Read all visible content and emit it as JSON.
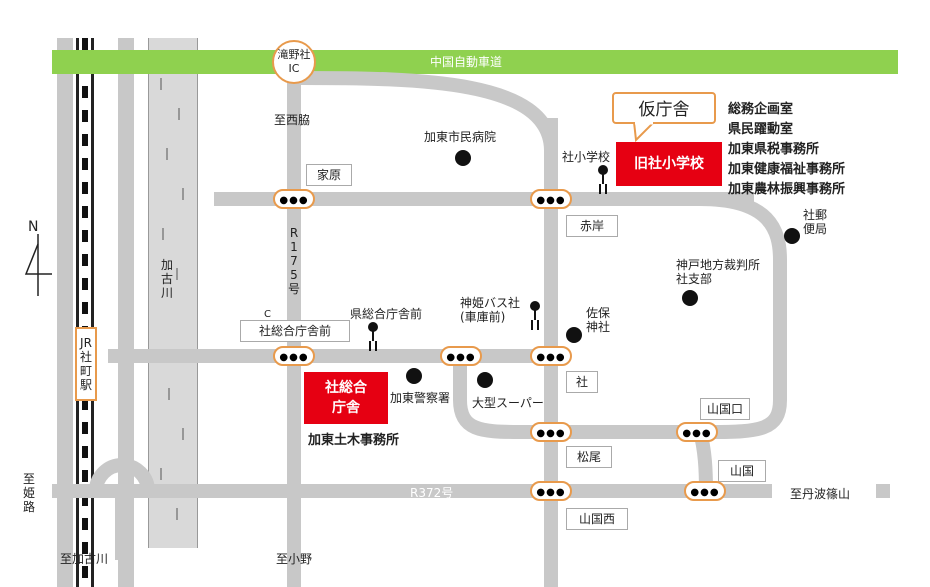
{
  "expressway": "中国自動車道",
  "ic": "滝野社\nIC",
  "routes": {
    "r175": "R175号",
    "r372": "R372号"
  },
  "river": "加古川",
  "station": "JR社町駅",
  "north": "N",
  "directions": {
    "nishiwaki": "至西脇",
    "himeji": "至姫路",
    "kakogawa": "至加古川",
    "ono": "至小野",
    "sasayama": "至丹波篠山"
  },
  "intersections": {
    "yabara": "家原",
    "akagishi": "赤岸",
    "sogochosha_mae": "社総合庁舎前",
    "yashiro": "社",
    "matsuo": "松尾",
    "yamakuniguchi": "山国口",
    "yamakuni": "山国",
    "yamakuninishi": "山国西"
  },
  "places": {
    "hospital": "加東市民病院",
    "post": "社郵便局",
    "court": "神戸地方裁判所社支部",
    "saho": "佐保神社",
    "police": "加東警察署",
    "supermarket": "大型スーパー",
    "bus_pref": "県総合庁舎前",
    "bus_shinki": "神姫バス社(車庫前)",
    "bus_school": "社小学校",
    "c_mark": "C"
  },
  "temp_office": {
    "callout": "仮庁舎",
    "name": "旧社小学校",
    "offices": "総務企画室\n県民躍動室\n加東県税事務所\n加東健康福祉事務所\n加東農林振興事務所"
  },
  "main_office": {
    "name": "社総合\n庁舎",
    "doboku": "加東土木事務所"
  },
  "signal": "●●●",
  "colors": {
    "road": "#c8c8c8",
    "expressway": "#8fd14f",
    "highlight": "#e60012",
    "signal_border": "#e89a4c"
  }
}
